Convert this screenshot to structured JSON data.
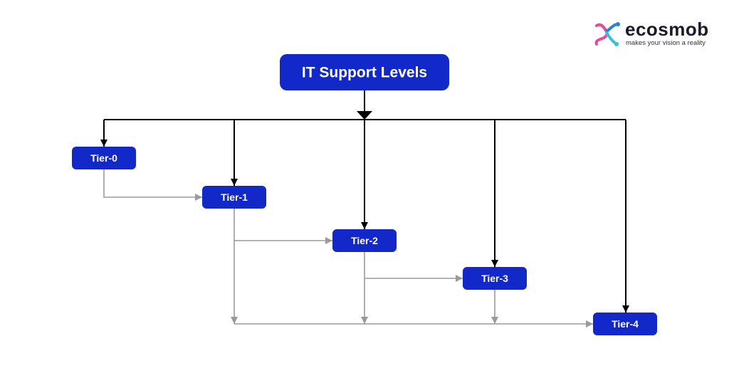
{
  "brand": {
    "name": "ecosmob",
    "tagline": "makes your vision a reality",
    "logo_icon": "ecosmob-logo-icon",
    "colors": {
      "pink": "#e8499a",
      "blue": "#2a7fd6",
      "cyan": "#36c2d6"
    }
  },
  "colors": {
    "node_fill": "#1228c9",
    "black_arrow": "#000000",
    "gray_arrow": "#9a9a9a",
    "node_text": "#ffffff"
  },
  "nodes": [
    {
      "id": "root",
      "label": "IT Support Levels"
    },
    {
      "id": "t0",
      "label": "Tier-0"
    },
    {
      "id": "t1",
      "label": "Tier-1"
    },
    {
      "id": "t2",
      "label": "Tier-2"
    },
    {
      "id": "t3",
      "label": "Tier-3"
    },
    {
      "id": "t4",
      "label": "Tier-4"
    }
  ],
  "edges": [
    {
      "from": "root",
      "to": "t0",
      "style": "black"
    },
    {
      "from": "root",
      "to": "t1",
      "style": "black"
    },
    {
      "from": "root",
      "to": "t2",
      "style": "black"
    },
    {
      "from": "root",
      "to": "t3",
      "style": "black"
    },
    {
      "from": "root",
      "to": "t4",
      "style": "black"
    },
    {
      "from": "t0",
      "to": "t1",
      "style": "gray"
    },
    {
      "from": "t1",
      "to": "t2",
      "style": "gray"
    },
    {
      "from": "t2",
      "to": "t3",
      "style": "gray"
    },
    {
      "from": "t1",
      "to": "t4",
      "style": "gray"
    },
    {
      "from": "t2",
      "to": "t4",
      "style": "gray"
    },
    {
      "from": "t3",
      "to": "t4",
      "style": "gray"
    }
  ]
}
